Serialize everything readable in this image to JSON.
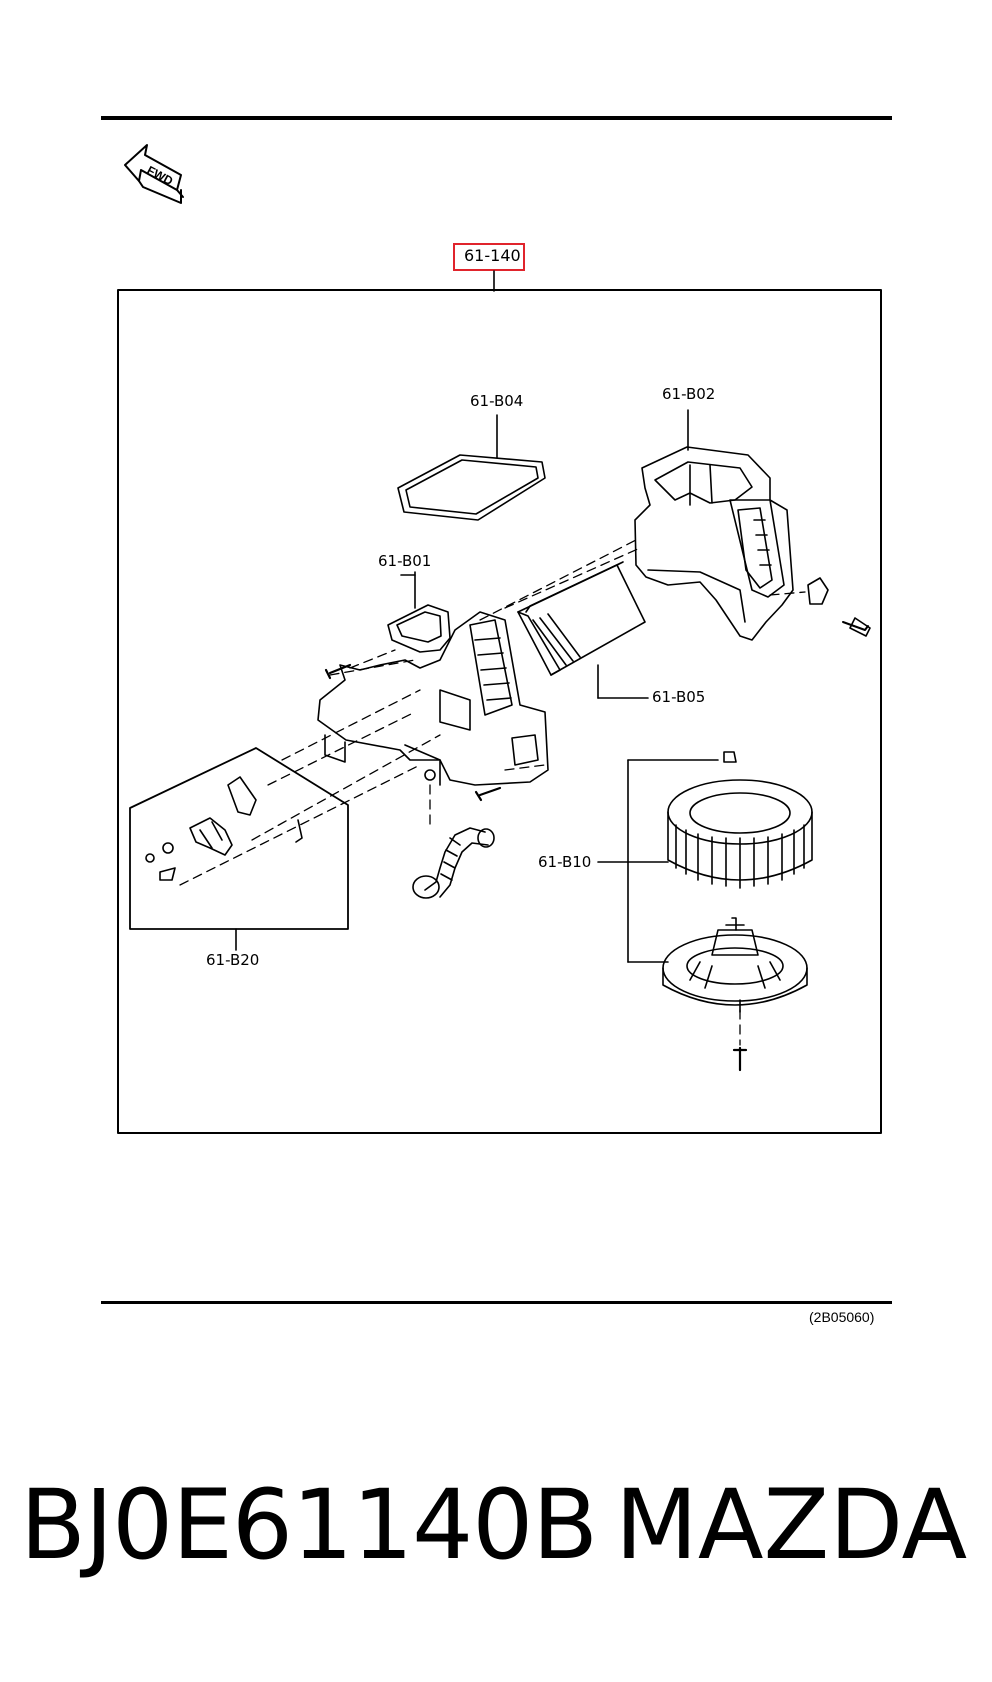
{
  "header": {
    "part_box_label": "61-140"
  },
  "orientation": {
    "fwd_label": "FWD",
    "icon": "fwd-arrow-icon"
  },
  "callouts": {
    "b04": "61-B04",
    "b02": "61-B02",
    "b01": "61-B01",
    "b05": "61-B05",
    "b10": "61-B10",
    "b20": "61-B20"
  },
  "reference_code": "(2B05060)",
  "footer": {
    "part_number": "BJ0E61140B",
    "brand": "MAZDA"
  },
  "colors": {
    "highlight_box": "#e0242c",
    "line": "#000000"
  }
}
